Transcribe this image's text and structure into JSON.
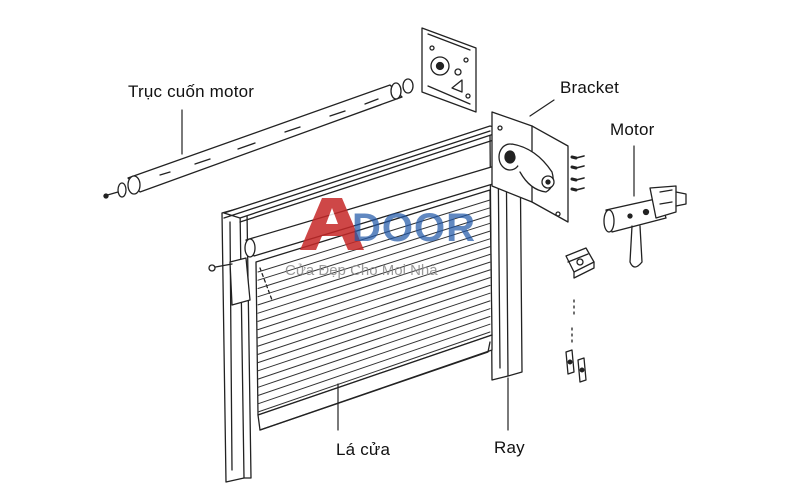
{
  "labels": {
    "motor_shaft": "Trục cuốn motor",
    "bracket": "Bracket",
    "motor": "Motor",
    "slats": "Lá cửa",
    "rail": "Ray"
  },
  "watermark": {
    "logo_letter": "A",
    "logo_word": "DOOR",
    "tagline": "Cửa Đẹp Cho Mọi Nhà",
    "colors": {
      "red": "#c62828",
      "blue": "#1e56a8",
      "gray": "#8a8a8a"
    }
  }
}
